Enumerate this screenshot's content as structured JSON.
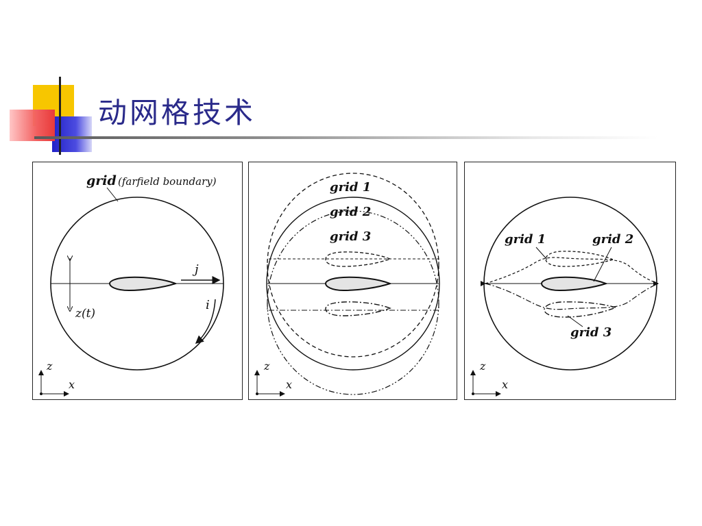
{
  "slide": {
    "title": "动网格技术"
  },
  "colors": {
    "title": "#2a2a8a",
    "deco_yellow": "#f7c600",
    "deco_blue": "#3a3ad0",
    "deco_red": "#f05a5a"
  },
  "panels": [
    {
      "grid_label": "grid",
      "grid_note": "(farfield boundary)",
      "dir_j": "j",
      "dir_i": "i",
      "motion_label": "z(t)",
      "axis_z": "z",
      "axis_x": "x"
    },
    {
      "grid1": "grid 1",
      "grid2": "grid 2",
      "grid3": "grid 3",
      "axis_z": "z",
      "axis_x": "x"
    },
    {
      "grid1": "grid 1",
      "grid2": "grid 2",
      "grid3": "grid 3",
      "axis_z": "z",
      "axis_x": "x"
    }
  ]
}
